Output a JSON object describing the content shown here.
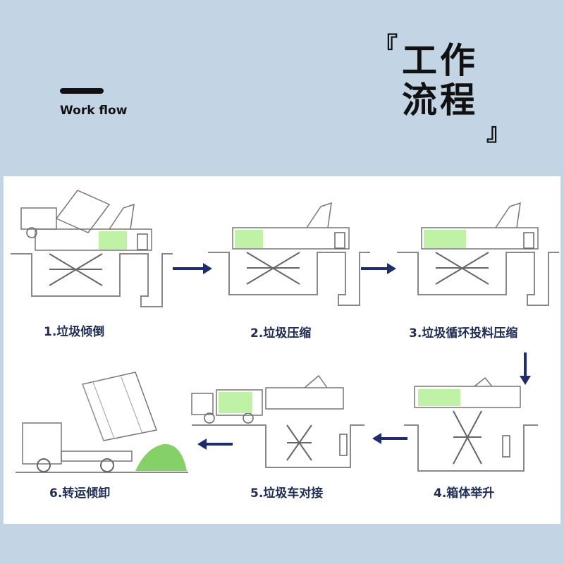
{
  "header": {
    "subtitle": "Work flow",
    "title_line1": "工作",
    "title_line2": "流程",
    "bracket_open": "『",
    "bracket_close": "』"
  },
  "steps": [
    {
      "label": "1.垃圾倾倒"
    },
    {
      "label": "2.垃圾压缩"
    },
    {
      "label": "3.垃圾循环投料压缩"
    },
    {
      "label": "4.箱体举升"
    },
    {
      "label": "5.垃圾车对接"
    },
    {
      "label": "6.转运倾卸"
    }
  ],
  "colors": {
    "background": "#c3d4e4",
    "panel": "#ffffff",
    "arrow": "#1f2d6e",
    "compartment": "#bff2a6",
    "garbage": "#86d167",
    "line": "#8a8a8a"
  }
}
